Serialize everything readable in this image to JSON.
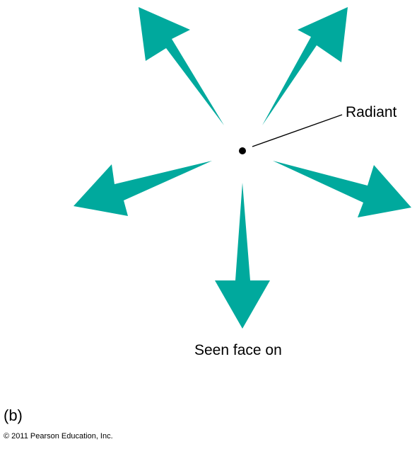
{
  "labels": {
    "radiant": "Radiant",
    "caption": "Seen face on",
    "panel": "(b)",
    "copyright": "© 2011 Pearson Education, Inc."
  },
  "colors": {
    "arrow_fill": "#00A99D",
    "ink": "#000000"
  },
  "icons": {
    "arrow": "arrow-icon",
    "radiant_point": "dot-icon"
  }
}
